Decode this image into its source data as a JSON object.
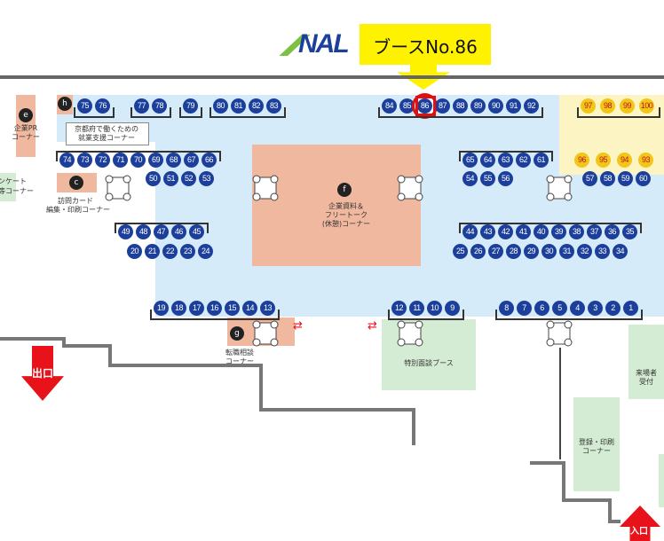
{
  "logo": {
    "text": "NAL",
    "color": "#1c3f9c",
    "accent": "#7cc143"
  },
  "callout": {
    "text": "ブースNo.86",
    "bg": "#fff200"
  },
  "highlight_booth": "86",
  "zones": {
    "e": {
      "letter": "e",
      "label1": "企業PR",
      "label2": "コーナー"
    },
    "h": {
      "letter": "h",
      "label1": "京都府で働くための",
      "label2": "就業支援コーナー"
    },
    "c": {
      "letter": "c",
      "label1": "訪問カード",
      "label2": "編集・印刷コーナー"
    },
    "f": {
      "letter": "f",
      "label1": "企業資料＆",
      "label2": "フリートーク",
      "label3": "(休憩)コーナー"
    },
    "g": {
      "letter": "g",
      "label1": "転職相談",
      "label2": "コーナー"
    },
    "interview": {
      "label": "特別面談ブース"
    },
    "reception": {
      "label1": "来場者",
      "label2": "受付"
    },
    "register": {
      "label1": "登録・印刷",
      "label2": "コーナー"
    },
    "left_cut": {
      "label1": "ンケート",
      "label2": "等コーナー"
    }
  },
  "exit_label": "出口",
  "entrance_label": "入口",
  "booths": {
    "row_a1": [
      "75",
      "76"
    ],
    "row_a2": [
      "77",
      "78"
    ],
    "row_a3": [
      "79"
    ],
    "row_a4": [
      "80",
      "81",
      "82",
      "83"
    ],
    "row_a5": [
      "84",
      "85",
      "86",
      "87",
      "88",
      "89",
      "90",
      "91",
      "92"
    ],
    "row_a6": [
      "97",
      "98",
      "99",
      "100"
    ],
    "row_b1": [
      "74",
      "73",
      "72",
      "71",
      "70",
      "69",
      "68",
      "67",
      "66"
    ],
    "row_b2": [
      "50",
      "51",
      "52",
      "53"
    ],
    "row_b3": [
      "65",
      "64",
      "63",
      "62",
      "61"
    ],
    "row_b3y": [
      "96",
      "95",
      "94",
      "93"
    ],
    "row_b4": [
      "54",
      "55",
      "56"
    ],
    "row_b5": [
      "57",
      "58",
      "59",
      "60"
    ],
    "row_c1": [
      "49",
      "48",
      "47",
      "46",
      "45"
    ],
    "row_c2": [
      "20",
      "21",
      "22",
      "23",
      "24"
    ],
    "row_c3": [
      "44",
      "43",
      "42",
      "41",
      "40",
      "39",
      "38",
      "37",
      "36",
      "35"
    ],
    "row_c4": [
      "25",
      "26",
      "27",
      "28",
      "29",
      "30",
      "31",
      "32",
      "33",
      "34"
    ],
    "row_d1": [
      "19",
      "18",
      "17",
      "16",
      "15",
      "14",
      "13"
    ],
    "row_d2": [
      "12",
      "11",
      "10",
      "9"
    ],
    "row_d3": [
      "8",
      "7",
      "6",
      "5",
      "4",
      "3",
      "2",
      "1"
    ]
  }
}
